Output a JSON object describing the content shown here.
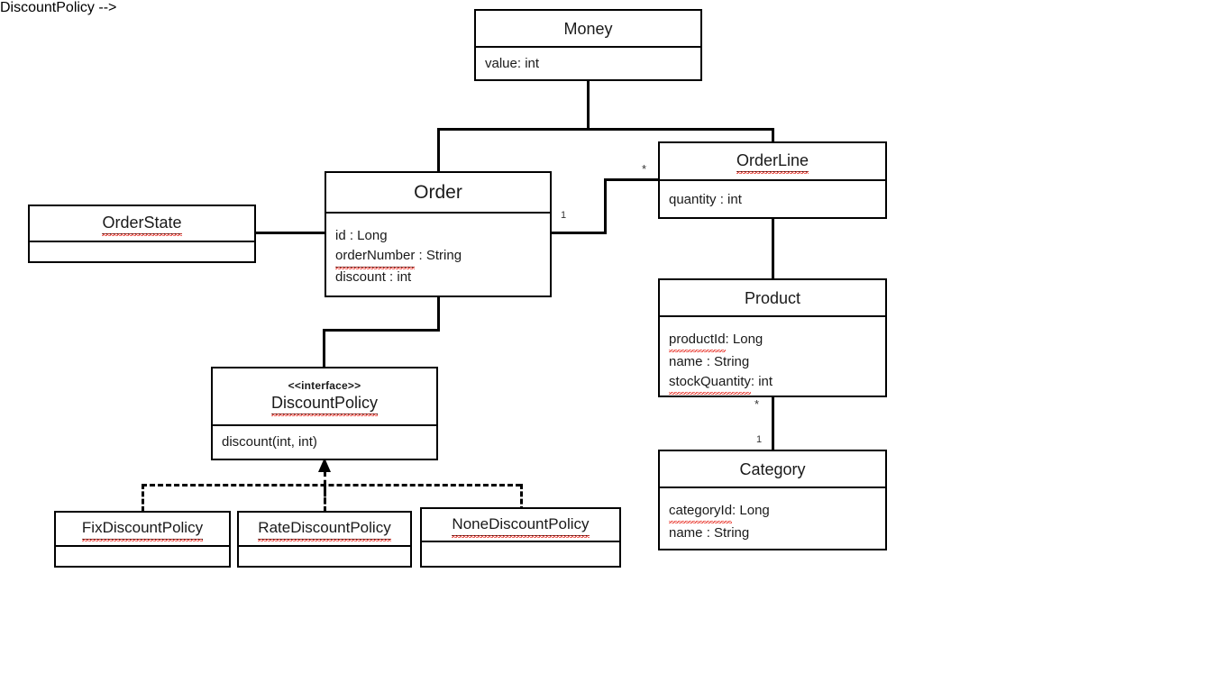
{
  "diagram": {
    "title": "UML Class Diagram",
    "background_color": "#ffffff",
    "line_color": "#000000",
    "text_color": "#1a1a1a",
    "spellcheck_underline_color": "#e8332a"
  },
  "classes": {
    "money": {
      "name": "Money",
      "attributes": [
        "value: int"
      ]
    },
    "order": {
      "name": "Order",
      "attributes": [
        "id : Long",
        "orderNumber : String",
        "discount : int"
      ],
      "attr_parts": {
        "id": {
          "pre": "id : Long"
        },
        "orderNumber": {
          "underlined": "orderNumber",
          "rest": " : String"
        },
        "discount": {
          "pre": "discount : int"
        }
      }
    },
    "order_state": {
      "name": "OrderState",
      "attributes": []
    },
    "order_line": {
      "name": "OrderLine",
      "attributes": [
        "quantity : int"
      ]
    },
    "product": {
      "name": "Product",
      "attributes": [
        "productId: Long",
        "name : String",
        "stockQuantity : int"
      ],
      "attr_parts": {
        "productId": {
          "underlined": "productId",
          "rest": ": Long"
        },
        "name": {
          "pre": "name : String"
        },
        "stockQuantity": {
          "underlined": "stockQuantity ",
          "rest": ": int"
        }
      }
    },
    "category": {
      "name": "Category",
      "attributes": [
        "categoryId: Long",
        "name : String"
      ],
      "attr_parts": {
        "categoryId": {
          "underlined": "categoryId",
          "rest": ": Long"
        },
        "name": {
          "pre": "name : String"
        }
      }
    },
    "discount_policy": {
      "stereotype": "<<interface>>",
      "name": "DiscountPolicy",
      "operations": [
        "discount(int, int)"
      ]
    },
    "fix_discount_policy": {
      "name": "FixDiscountPolicy",
      "attributes": []
    },
    "rate_discount_policy": {
      "name": "RateDiscountPolicy",
      "attributes": []
    },
    "none_discount_policy": {
      "name": "NoneDiscountPolicy",
      "attributes": []
    }
  },
  "multiplicities": {
    "order_to_orderline_source": "1",
    "order_to_orderline_target": "*",
    "product_to_category_source": "*",
    "product_to_category_target": "1"
  }
}
